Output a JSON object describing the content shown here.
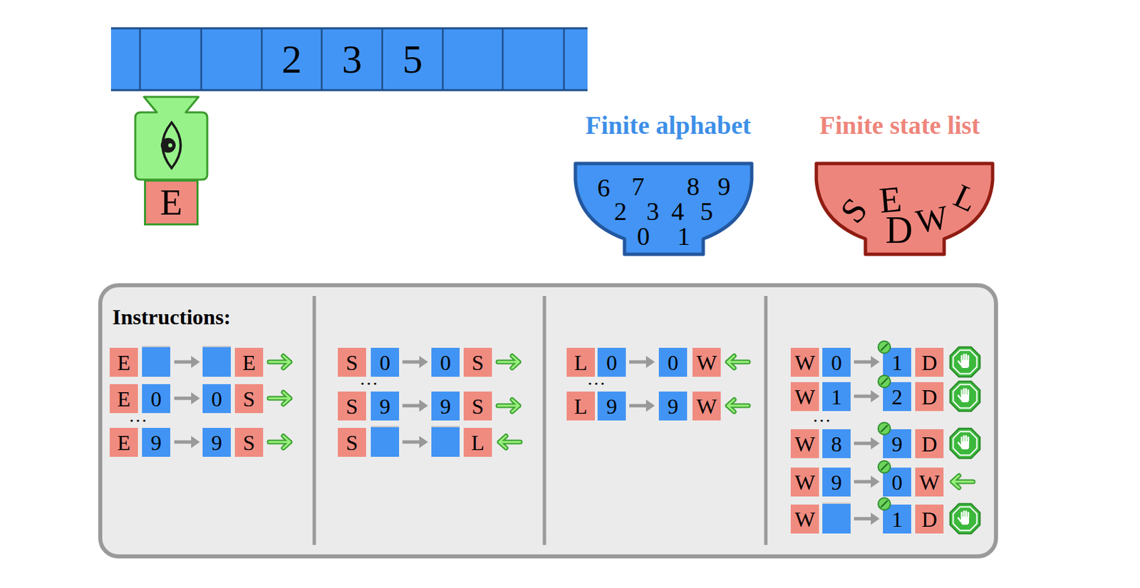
{
  "diagram": {
    "nodes": [
      {
        "text": [
          "2"
        ]
      },
      {
        "text": [
          "3"
        ]
      },
      {
        "text": [
          "5"
        ]
      },
      {
        "text": [
          "E"
        ]
      },
      {
        "text": [
          "Finite alphabet",
          "6",
          "7",
          "8",
          "9",
          "2",
          "3",
          "4",
          "5",
          "0",
          "1"
        ]
      },
      {
        "text": [
          "Finite state list",
          "S",
          "E",
          "D",
          "W",
          "L"
        ]
      },
      {
        "text": [
          "Instructions:",
          "…",
          "…",
          "…",
          "…"
        ]
      },
      {
        "text": [
          "E"
        ],
        "in": 6
      },
      {
        "text": [
          "E"
        ],
        "in": 6
      },
      {
        "text": [
          "E"
        ],
        "in": 6
      },
      {
        "text": [
          "0"
        ],
        "in": 6
      },
      {
        "text": [
          "0"
        ],
        "in": 6
      },
      {
        "text": [
          "S"
        ],
        "in": 6
      },
      {
        "text": [
          "E"
        ],
        "in": 6
      },
      {
        "text": [
          "9"
        ],
        "in": 6
      },
      {
        "text": [
          "9"
        ],
        "in": 6
      },
      {
        "text": [
          "S"
        ],
        "in": 6
      },
      {
        "text": [
          "S"
        ],
        "in": 6
      },
      {
        "text": [
          "0"
        ],
        "in": 6
      },
      {
        "text": [
          "0"
        ],
        "in": 6
      },
      {
        "text": [
          "S"
        ],
        "in": 6
      },
      {
        "text": [
          "S"
        ],
        "in": 6
      },
      {
        "text": [
          "9"
        ],
        "in": 6
      },
      {
        "text": [
          "9"
        ],
        "in": 6
      },
      {
        "text": [
          "S"
        ],
        "in": 6
      },
      {
        "text": [
          "S"
        ],
        "in": 6
      },
      {
        "text": [
          "L"
        ],
        "in": 6
      },
      {
        "text": [
          "L"
        ],
        "in": 6
      },
      {
        "text": [
          "0"
        ],
        "in": 6
      },
      {
        "text": [
          "0"
        ],
        "in": 6
      },
      {
        "text": [
          "W"
        ],
        "in": 6
      },
      {
        "text": [
          "L"
        ],
        "in": 6
      },
      {
        "text": [
          "9"
        ],
        "in": 6
      },
      {
        "text": [
          "9"
        ],
        "in": 6
      },
      {
        "text": [
          "W"
        ],
        "in": 6
      },
      {
        "text": [
          "W"
        ],
        "in": 6
      },
      {
        "text": [
          "0"
        ],
        "in": 6
      },
      {
        "text": [
          "1"
        ],
        "in": 6
      },
      {
        "text": [
          "D"
        ],
        "in": 6
      },
      {
        "text": [
          "W"
        ],
        "in": 6
      },
      {
        "text": [
          "1"
        ],
        "in": 6
      },
      {
        "text": [
          "2"
        ],
        "in": 6
      },
      {
        "text": [
          "D"
        ],
        "in": 6
      },
      {
        "text": [
          "W"
        ],
        "in": 6
      },
      {
        "text": [
          "8"
        ],
        "in": 6
      },
      {
        "text": [
          "9"
        ],
        "in": 6
      },
      {
        "text": [
          "D"
        ],
        "in": 6
      },
      {
        "text": [
          "W"
        ],
        "in": 6
      },
      {
        "text": [
          "9"
        ],
        "in": 6
      },
      {
        "text": [
          "0"
        ],
        "in": 6
      },
      {
        "text": [
          "W"
        ],
        "in": 6
      },
      {
        "text": [
          "W"
        ],
        "in": 6
      },
      {
        "text": [
          "1"
        ],
        "in": 6
      },
      {
        "text": [
          "D"
        ],
        "in": 6
      }
    ]
  }
}
